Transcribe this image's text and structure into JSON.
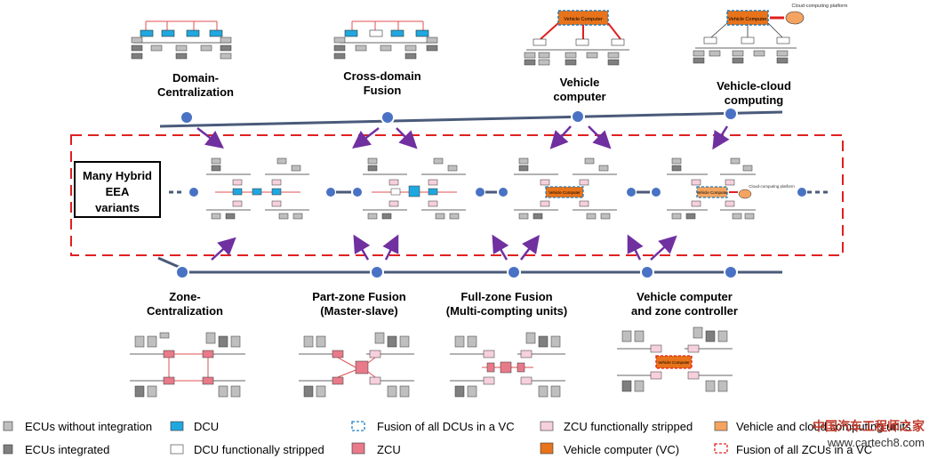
{
  "top_stages": [
    {
      "line1": "Domain-",
      "line2": "Centralization"
    },
    {
      "line1": "Cross-domain",
      "line2": "Fusion"
    },
    {
      "line1": "Vehicle",
      "line2": "computer"
    },
    {
      "line1": "Vehicle-cloud",
      "line2": "computing"
    }
  ],
  "bottom_stages": [
    {
      "line1": "Zone-",
      "line2": "Centralization"
    },
    {
      "line1": "Part-zone Fusion",
      "line2": "(Master-slave)"
    },
    {
      "line1": "Full-zone Fusion",
      "line2": "(Multi-compting units)"
    },
    {
      "line1": "Vehicle computer",
      "line2": "and zone controller"
    }
  ],
  "hybrid_box": {
    "line1": "Many Hybrid",
    "line2": "EEA",
    "line3": "variants"
  },
  "small_labels": {
    "vehicle_computer": "Vehicle Computer",
    "cloud_platform": "Cloud-computing platform"
  },
  "legend": [
    {
      "key": "ecu_plain",
      "text": "ECUs without integration"
    },
    {
      "key": "ecu_integrated",
      "text": "ECUs  integrated"
    },
    {
      "key": "dcu",
      "text": "DCU"
    },
    {
      "key": "dcu_stripped",
      "text": "DCU functionally stripped"
    },
    {
      "key": "fusion_dcu",
      "text": "Fusion of all DCUs in a VC"
    },
    {
      "key": "zcu",
      "text": "ZCU"
    },
    {
      "key": "zcu_stripped",
      "text": "ZCU functionally stripped"
    },
    {
      "key": "vc",
      "text": "Vehicle computer (VC)"
    },
    {
      "key": "vehicle_and_cloud",
      "text": "Vehicle and cloud computing units"
    },
    {
      "key": "fusion_zcu",
      "text": "Fusion of all ZCUs in a VC"
    }
  ],
  "watermark": {
    "line1": "中国汽车工程师之家",
    "line2": "www.cartech8.com"
  },
  "colors": {
    "timeline": "#4a5a7a",
    "node_fill": "#4a72c4",
    "arrow": "#7030a0",
    "dash_red": "#e02020",
    "dcu": "#1fa8e0",
    "zcu": "#e87a8a",
    "zcu_stripped": "#f6d0dc",
    "vc": "#e8731a",
    "vc_light": "#f4a460",
    "ecu_light": "#bfbfbf",
    "ecu_dark": "#7f7f7f",
    "fusion_dash": "#1f7fc0"
  }
}
